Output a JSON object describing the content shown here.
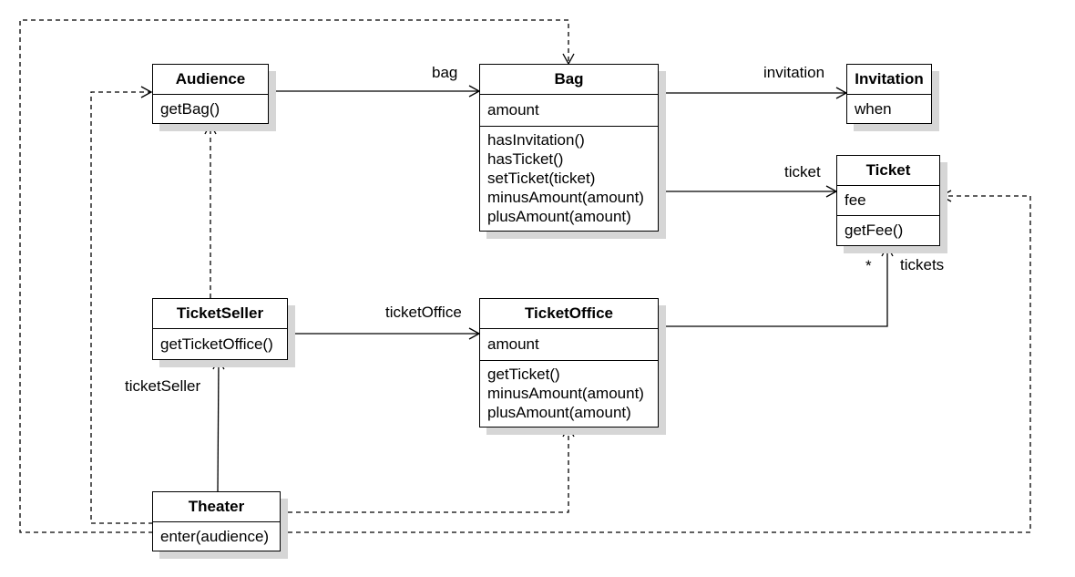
{
  "classes": {
    "audience": {
      "name": "Audience",
      "attributes": [],
      "operations": [
        "getBag()"
      ]
    },
    "bag": {
      "name": "Bag",
      "attributes": [
        "amount"
      ],
      "operations": [
        "hasInvitation()",
        "hasTicket()",
        "setTicket(ticket)",
        "minusAmount(amount)",
        "plusAmount(amount)"
      ]
    },
    "invitation": {
      "name": "Invitation",
      "attributes": [
        "when"
      ],
      "operations": []
    },
    "ticket": {
      "name": "Ticket",
      "attributes": [
        "fee"
      ],
      "operations": [
        "getFee()"
      ]
    },
    "ticket_seller": {
      "name": "TicketSeller",
      "attributes": [],
      "operations": [
        "getTicketOffice()"
      ]
    },
    "ticket_office": {
      "name": "TicketOffice",
      "attributes": [
        "amount"
      ],
      "operations": [
        "getTicket()",
        "minusAmount(amount)",
        "plusAmount(amount)"
      ]
    },
    "theater": {
      "name": "Theater",
      "attributes": [],
      "operations": [
        "enter(audience)"
      ]
    }
  },
  "relations": {
    "audience_bag": "bag",
    "bag_invitation": "invitation",
    "bag_ticket": "ticket",
    "office_ticket": "tickets",
    "office_ticket_multiplicity": "*",
    "seller_office": "ticketOffice",
    "theater_seller": "ticketSeller"
  }
}
